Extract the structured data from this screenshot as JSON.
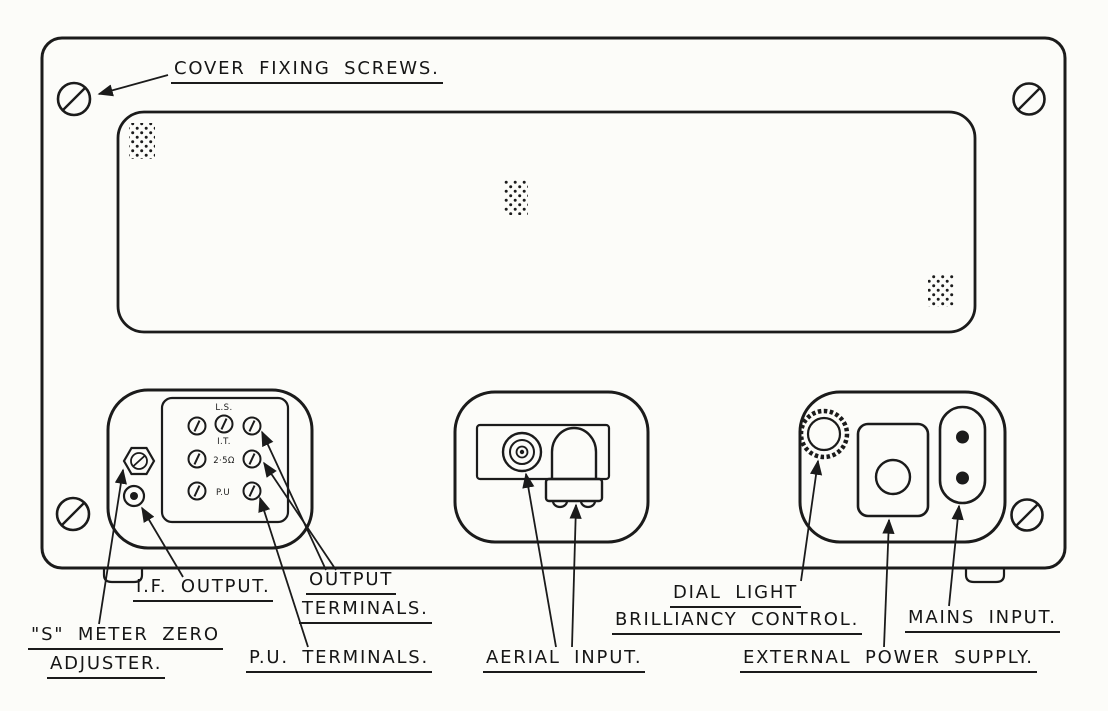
{
  "figure": {
    "labels": {
      "cover_fixing_screws": "COVER FIXING SCREWS.",
      "if_output": "I.F. OUTPUT.",
      "output_terminals": [
        "OUTPUT",
        "TERMINALS."
      ],
      "s_meter_zero": [
        "\"S\" METER ZERO",
        "ADJUSTER."
      ],
      "pu_terminals": "P.U. TERMINALS.",
      "aerial_input": "AERIAL INPUT.",
      "dial_light": [
        "DIAL LIGHT",
        "BRILLIANCY CONTROL."
      ],
      "external_power_supply": "EXTERNAL POWER SUPPLY.",
      "mains_input": "MAINS INPUT."
    },
    "terminal_markings": {
      "ls": "L.S.",
      "it": "I.T.",
      "impedance": "2·5Ω",
      "pu": "P.U"
    },
    "colors": {
      "ink": "#1b1b1b",
      "paper": "#fcfcf9"
    }
  }
}
